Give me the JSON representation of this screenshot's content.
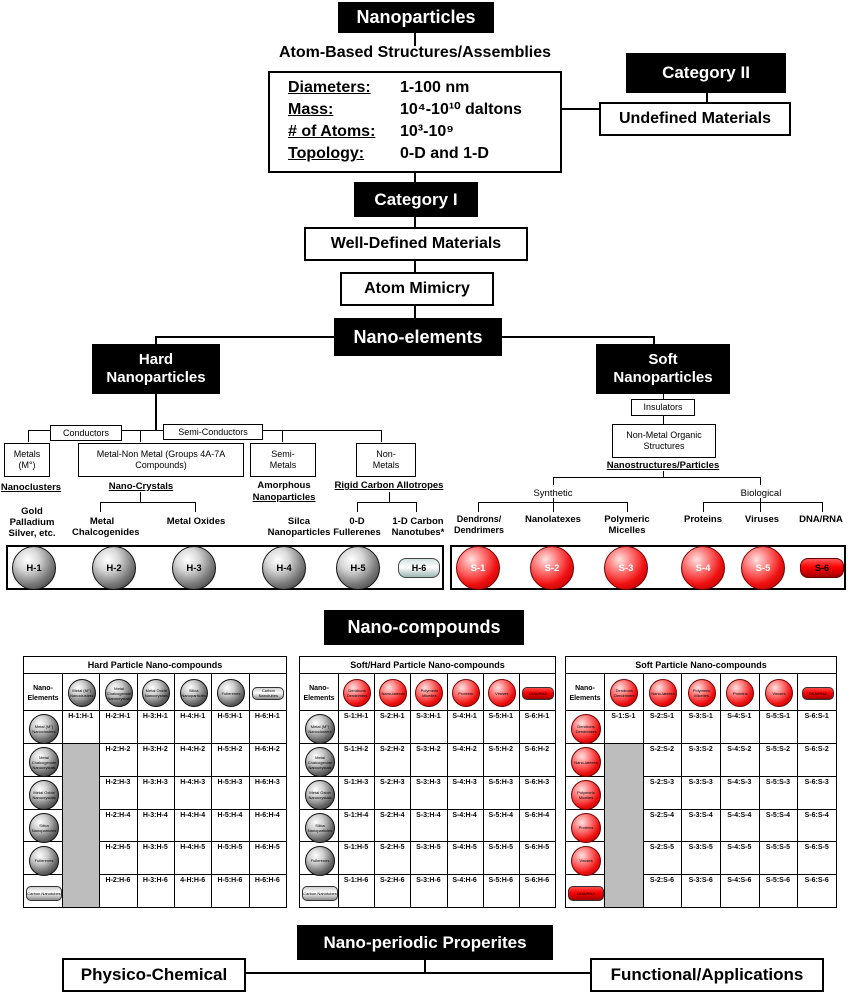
{
  "title": "Nanoparticles",
  "subtitle": "Atom-Based Structures/Assemblies",
  "properties": [
    {
      "key": "Diameters:",
      "value": "1-100 nm"
    },
    {
      "key": "Mass:",
      "value": "10⁴-10¹⁰ daltons"
    },
    {
      "key": "# of Atoms:",
      "value": "10³-10⁹"
    },
    {
      "key": "Topology:",
      "value": "0-D and 1-D"
    }
  ],
  "category2": "Category II",
  "undefined_materials": "Undefined Materials",
  "category1": "Category I",
  "well_defined": "Well-Defined Materials",
  "atom_mimicry": "Atom Mimicry",
  "nano_elements": "Nano-elements",
  "hard": "Hard Nanoparticles",
  "soft": "Soft Nanoparticles",
  "hard_branch": {
    "conductors": "Conductors",
    "semi_conductors": "Semi-Conductors",
    "metals": "Metals (M°)",
    "metal_nonmetal": "Metal-Non Metal (Groups 4A-7A Compounds)",
    "semi_metals": "Semi-Metals",
    "non_metals": "Non-Metals",
    "nanoclusters": "Nanoclusters",
    "nanocrystals": "Nano-Crystals",
    "amorphous": "Amorphous",
    "amorphous_np": "Nanoparticles",
    "rigid_carbon": "Rigid Carbon Allotropes",
    "gold": "Gold Palladium Silver, etc.",
    "metal_chalco": "Metal Chalcogenides",
    "metal_oxides": "Metal Oxides",
    "silica": "Silca Nanoparticles",
    "fullerenes": "0-D Fullerenes",
    "nanotubes": "1-D Carbon Nanotubes*"
  },
  "soft_branch": {
    "insulators": "Insulators",
    "nonmetal_org": "Non-Metal Organic Structures",
    "nanostructures": "Nanostructures/Particles",
    "synthetic": "Synthetic",
    "biological": "Biological",
    "dendrons": "Dendrons/ Dendrimers",
    "nanolatexes": "Nanolatexes",
    "polymeric": "Polymeric Micelles",
    "proteins": "Proteins",
    "viruses": "Viruses",
    "dnarna": "DNA/RNA"
  },
  "hard_elements": [
    "H-1",
    "H-2",
    "H-3",
    "H-4",
    "H-5",
    "H-6"
  ],
  "soft_elements": [
    "S-1",
    "S-2",
    "S-3",
    "S-4",
    "S-5",
    "S-6"
  ],
  "nano_compounds": "Nano-compounds",
  "tables": [
    {
      "title": "Hard Particle Nano-compounds",
      "corner": "Nano-Elements",
      "col_icons": [
        "Metal (M°) Nanoclusters",
        "Metal Chalcogenide Nanocrystals",
        "Metal Oxide Nanocrystals",
        "Silica Nanoparticles",
        "Fullerenes",
        "Carbon Nanotubes"
      ],
      "row_icons": [
        "Metal (M°) Nanoclusters",
        "Metal Chalcogenide Nanocrystals",
        "Metal Oxide Nanocrystals",
        "Silica Nanoparticles",
        "Fullerenes",
        "Carbon Nanotubes"
      ],
      "rows": [
        [
          "H-1:H-1",
          "H-2:H-1",
          "H-3:H-1",
          "H-4:H-1",
          "H-5:H-1",
          "H-6:H-1"
        ],
        [
          "",
          "H-2:H-2",
          "H-3:H-2",
          "H-4:H-2",
          "H-5:H-2",
          "H-6:H-2"
        ],
        [
          "",
          "H-2:H-3",
          "H-3:H-3",
          "H-4:H-3",
          "H-5:H-3",
          "H-6:H-3"
        ],
        [
          "",
          "H-2:H-4",
          "H-3:H-4",
          "H-4:H-4",
          "H-5:H-4",
          "H-6:H-4"
        ],
        [
          "",
          "H-2:H-5",
          "H-3:H-5",
          "H-4:H-5",
          "H-5:H-5",
          "H-6:H-5"
        ],
        [
          "",
          "H-2:H-6",
          "H-3:H-6",
          "4-H:H-6",
          "H-5:H-6",
          "H-6:H-6"
        ]
      ]
    },
    {
      "title": "Soft/Hard Particle Nano-compounds",
      "corner": "Nano-Elements",
      "col_icons": [
        "Dendrons Dendrimers",
        "Nano-latexes",
        "Polymeric Micelles",
        "Proteins",
        "Viruses",
        "DNA/RNA"
      ],
      "row_icons": [
        "Metal (M°) Nanoclusters",
        "Metal Chalcogenide Nanocrystals",
        "Metal Oxide Nanocrystals",
        "Silica Nanoparticles",
        "Fullerenes",
        "Carbon Nanotubes"
      ],
      "rows": [
        [
          "S-1:H-1",
          "S-2:H-1",
          "S-3:H-1",
          "S-4:H-1",
          "S-5:H-1",
          "S-6:H-1"
        ],
        [
          "S-1:H-2",
          "S-2:H-2",
          "S-3:H-2",
          "S-4:H-2",
          "S-5:H-2",
          "S-6:H-2"
        ],
        [
          "S-1:H-3",
          "S-2:H-3",
          "S-3:H-3",
          "S-4:H-3",
          "S-5:H-3",
          "S-6:H-3"
        ],
        [
          "S-1:H-4",
          "S-2:H-4",
          "S-3:H-4",
          "S-4:H-4",
          "S-5:H-4",
          "S-6:H-4"
        ],
        [
          "S-1:H-5",
          "S-2:H-5",
          "S-3:H-5",
          "S-4:H-5",
          "S-5:H-5",
          "S-6:H-5"
        ],
        [
          "S-1:H-6",
          "S-2:H-6",
          "S-3:H-6",
          "S-4:H-6",
          "S-5:H-6",
          "S-6:H-6"
        ]
      ]
    },
    {
      "title": "Soft Particle Nano-compounds",
      "corner": "Nano-Elements",
      "col_icons": [
        "Dendrons Dendrimers",
        "Nano-latexes",
        "Polymeric Micelles",
        "Proteins",
        "Viruses",
        "DNA/RNA"
      ],
      "row_icons": [
        "Dendrons Dendrimers",
        "Nano-latexes",
        "Polymeric Micelles",
        "Proteins",
        "Viruses",
        "DNA/RNA"
      ],
      "rows": [
        [
          "S-1:S-1",
          "S-2:S-1",
          "S-3:S-1",
          "S-4:S-1",
          "S-5:S-1",
          "S-6:S-1"
        ],
        [
          "",
          "S-2:S-2",
          "S-3:S-2",
          "S-4:S-2",
          "S-5:S-2",
          "S-6:S-2"
        ],
        [
          "",
          "S-2:S-3",
          "S-3:S-3",
          "S-4:S-3",
          "S-5:S-3",
          "S-6:S-3"
        ],
        [
          "",
          "S-2:S-4",
          "S-3:S-4",
          "S-4:S-4",
          "S-5:S-4",
          "S-6:S-4"
        ],
        [
          "",
          "S-2:S-5",
          "S-3:S-5",
          "S-4:S-5",
          "S-5:S-5",
          "S-6:S-5"
        ],
        [
          "",
          "S-2:S-6",
          "S-3:S-6",
          "S-4:S-6",
          "S-5:S-6",
          "S-6:S-6"
        ]
      ]
    }
  ],
  "periodic": "Nano-periodic Properites",
  "physico": "Physico-Chemical",
  "functional": "Functional/Applications"
}
